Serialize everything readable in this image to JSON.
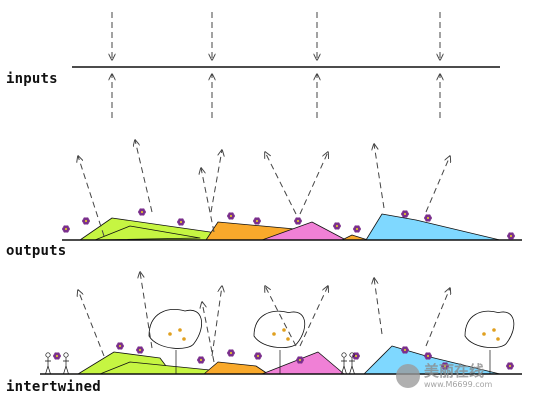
{
  "labels": {
    "inputs": "inputs",
    "outputs": "outputs",
    "intertwined": "intertwined"
  },
  "watermark": {
    "title": "美丽在线",
    "url": "www.M6699.com"
  },
  "colors": {
    "line": "#111111",
    "arrow": "#444444",
    "lime": "#c6f542",
    "orange": "#f9a92b",
    "pink": "#f080d6",
    "cyan": "#7fd8ff",
    "flower": "#7a2f8c",
    "flower_center": "#e0c030",
    "tree_dot": "#e0a020"
  }
}
